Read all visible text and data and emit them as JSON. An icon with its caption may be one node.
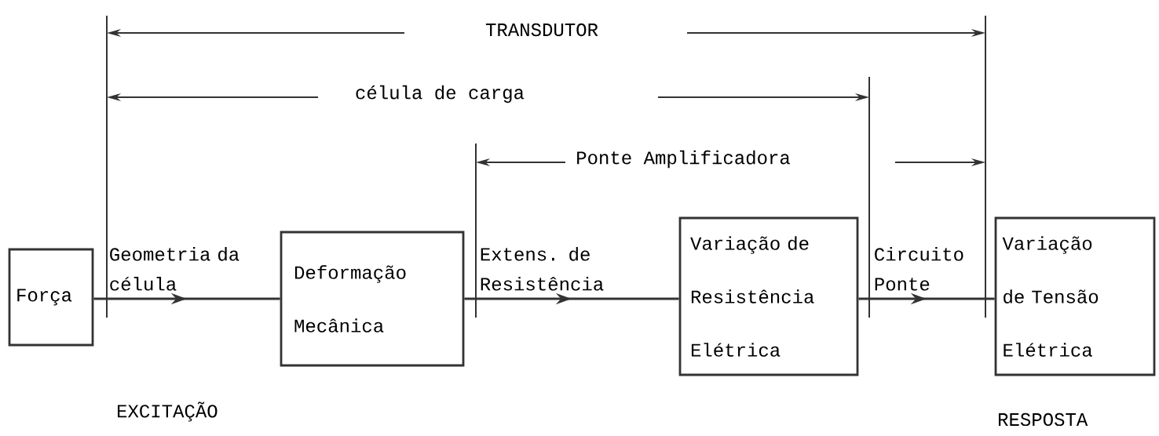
{
  "diagram": {
    "nodes": [
      {
        "text": [
          "Força"
        ]
      },
      {
        "text": [
          "Deformação Mecânica"
        ]
      },
      {
        "text": [
          "Variação de Resistência Elétrica"
        ]
      },
      {
        "text": [
          "Variação de Tensão Elétrica"
        ]
      }
    ],
    "edges": [
      {
        "from": 0,
        "to": 1,
        "arrow": "to",
        "label": "Geometria da célula"
      },
      {
        "from": 1,
        "to": 2,
        "arrow": "to",
        "label": "Extens. de Resistência"
      },
      {
        "from": 2,
        "to": 3,
        "arrow": "to",
        "label": "Circuito Ponte"
      }
    ],
    "labels": [
      "TRANSDUTOR",
      "célula de carga",
      "Ponte Amplificadora",
      "EXCITAÇÃO",
      "RESPOSTA"
    ]
  }
}
